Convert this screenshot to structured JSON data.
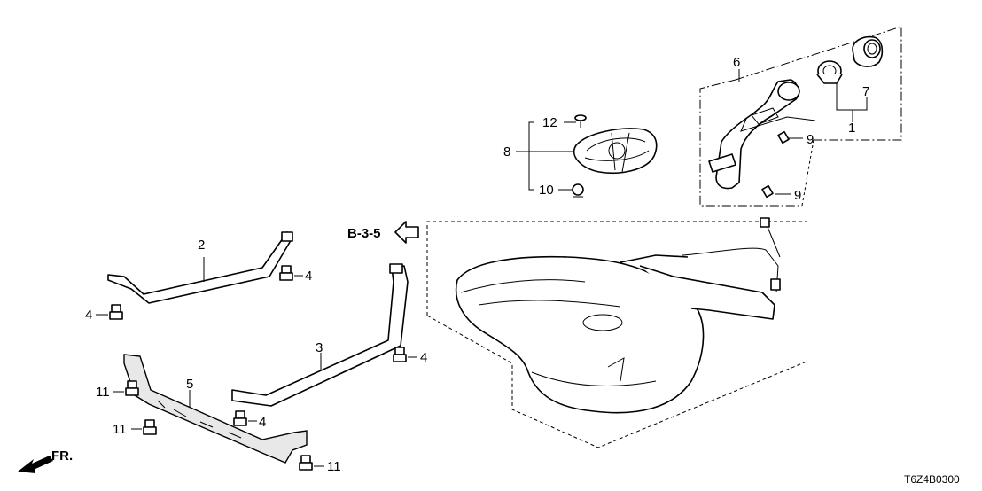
{
  "diagram": {
    "code": "T6Z4B0300",
    "section_ref": "B-3-5",
    "front_label": "FR.",
    "callouts": {
      "c1": "1",
      "c2": "2",
      "c3": "3",
      "c4a": "4",
      "c4b": "4",
      "c4c": "4",
      "c4d": "4",
      "c5": "5",
      "c6": "6",
      "c7": "7",
      "c8": "8",
      "c9a": "9",
      "c9b": "9",
      "c10": "10",
      "c11a": "11",
      "c11b": "11",
      "c11c": "11",
      "c12": "12"
    }
  }
}
